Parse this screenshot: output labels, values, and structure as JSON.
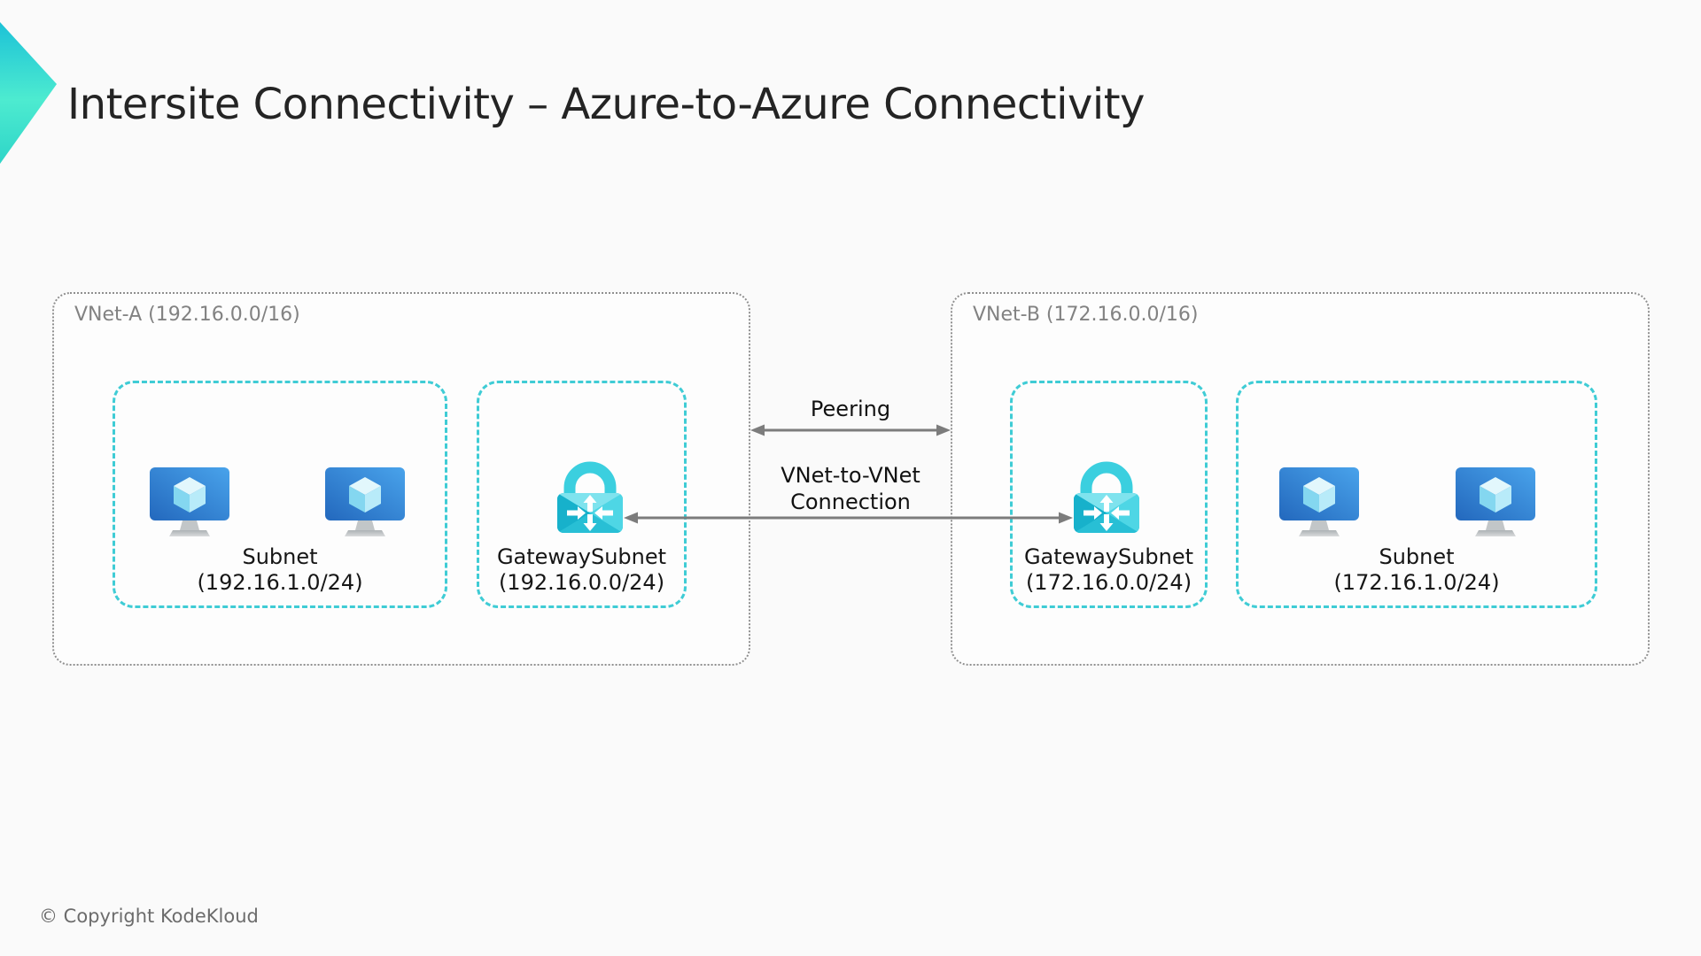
{
  "slide": {
    "title": "Intersite Connectivity – Azure-to-Azure Connectivity",
    "copyright": "© Copyright KodeKloud"
  },
  "diagram": {
    "vnet_a": {
      "label": "VNet-A (192.16.0.0/16)",
      "subnet": {
        "name": "Subnet",
        "cidr": "(192.16.1.0/24)",
        "vm_count": 2
      },
      "gateway_subnet": {
        "name": "GatewaySubnet",
        "cidr": "(192.16.0.0/24)"
      }
    },
    "vnet_b": {
      "label": "VNet-B (172.16.0.0/16)",
      "gateway_subnet": {
        "name": "GatewaySubnet",
        "cidr": "(172.16.0.0/24)"
      },
      "subnet": {
        "name": "Subnet",
        "cidr": "(172.16.1.0/24)",
        "vm_count": 2
      }
    },
    "connections": {
      "peering": {
        "label": "Peering"
      },
      "vnet_to_vnet": {
        "label_line1": "VNet-to-VNet",
        "label_line2": "Connection"
      }
    }
  },
  "icons": {
    "logo": "kodekloud-chevron-logo",
    "vm": "vm-monitor-icon",
    "gateway": "gateway-lock-icon"
  },
  "colors": {
    "background": "#fafafa",
    "title_text": "#242424",
    "vnet_border_gray": "#8f8f8f",
    "vnet_label_gray": "#828282",
    "subnet_border_cyan": "#3fccd5",
    "arrow_gray": "#7c7c7c",
    "vm_screen_blue": "#2f7fd0",
    "lock_cyan": "#35c9db",
    "logo_teal_top": "#1cc2d7",
    "logo_mint_bottom": "#2ed5c8"
  }
}
